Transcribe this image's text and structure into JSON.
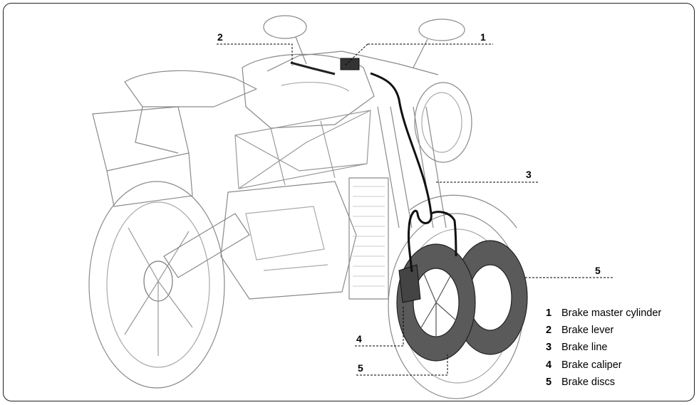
{
  "callouts": {
    "c1": "1",
    "c2": "2",
    "c3": "3",
    "c4": "4",
    "c5a": "5",
    "c5b": "5"
  },
  "legend": [
    {
      "num": "1",
      "text": "Brake master cylinder"
    },
    {
      "num": "2",
      "text": "Brake lever"
    },
    {
      "num": "3",
      "text": "Brake line"
    },
    {
      "num": "4",
      "text": "Brake caliper"
    },
    {
      "num": "5",
      "text": "Brake discs"
    }
  ]
}
